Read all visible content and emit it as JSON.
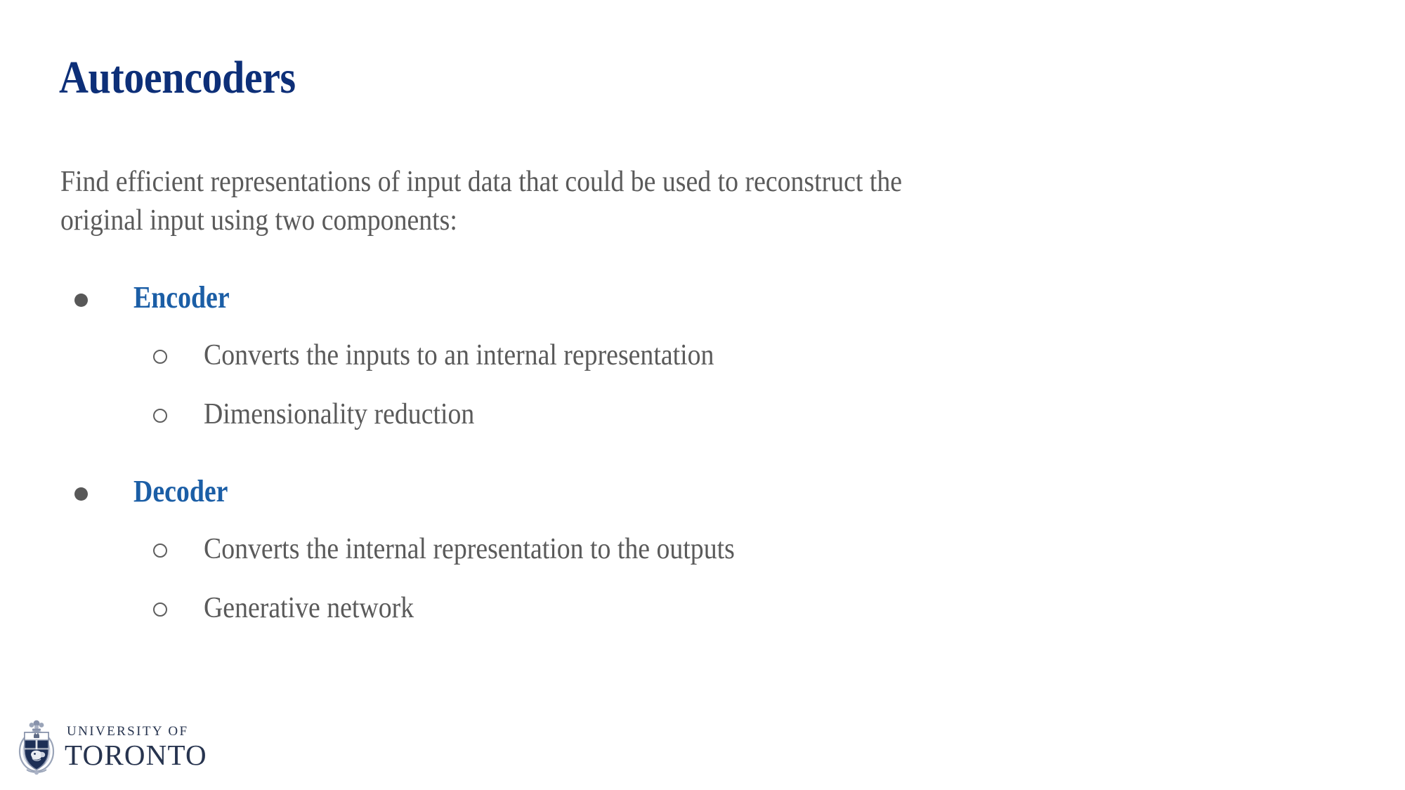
{
  "slide": {
    "title": "Autoencoders",
    "background_color": "#ffffff",
    "title_color": "#0d2f78",
    "body_color": "#5a5a5a",
    "accent_color": "#1b5ea6"
  },
  "intro": {
    "line1": "Find efficient representations of input data that could be used to reconstruct the",
    "line2": "original input using two components:",
    "full_text": "Find efficient representations of input data that could be used to reconstruct the original input using two components:"
  },
  "bullets": [
    {
      "label": "Encoder",
      "marker": "filled-disc-bullet",
      "children": [
        {
          "label": "Converts the inputs to an internal representation",
          "marker": "hollow-circle-bullet"
        },
        {
          "label": "Dimensionality reduction",
          "marker": "hollow-circle-bullet"
        }
      ]
    },
    {
      "label": "Decoder",
      "marker": "filled-disc-bullet",
      "children": [
        {
          "label": "Converts the internal representation to the outputs",
          "marker": "hollow-circle-bullet"
        },
        {
          "label": "Generative network",
          "marker": "hollow-circle-bullet"
        }
      ]
    }
  ],
  "logo": {
    "crest_icon": "university-crest-icon",
    "line_top": "UNIVERSITY OF",
    "line_bottom": "TORONTO",
    "color": "#27344f"
  }
}
